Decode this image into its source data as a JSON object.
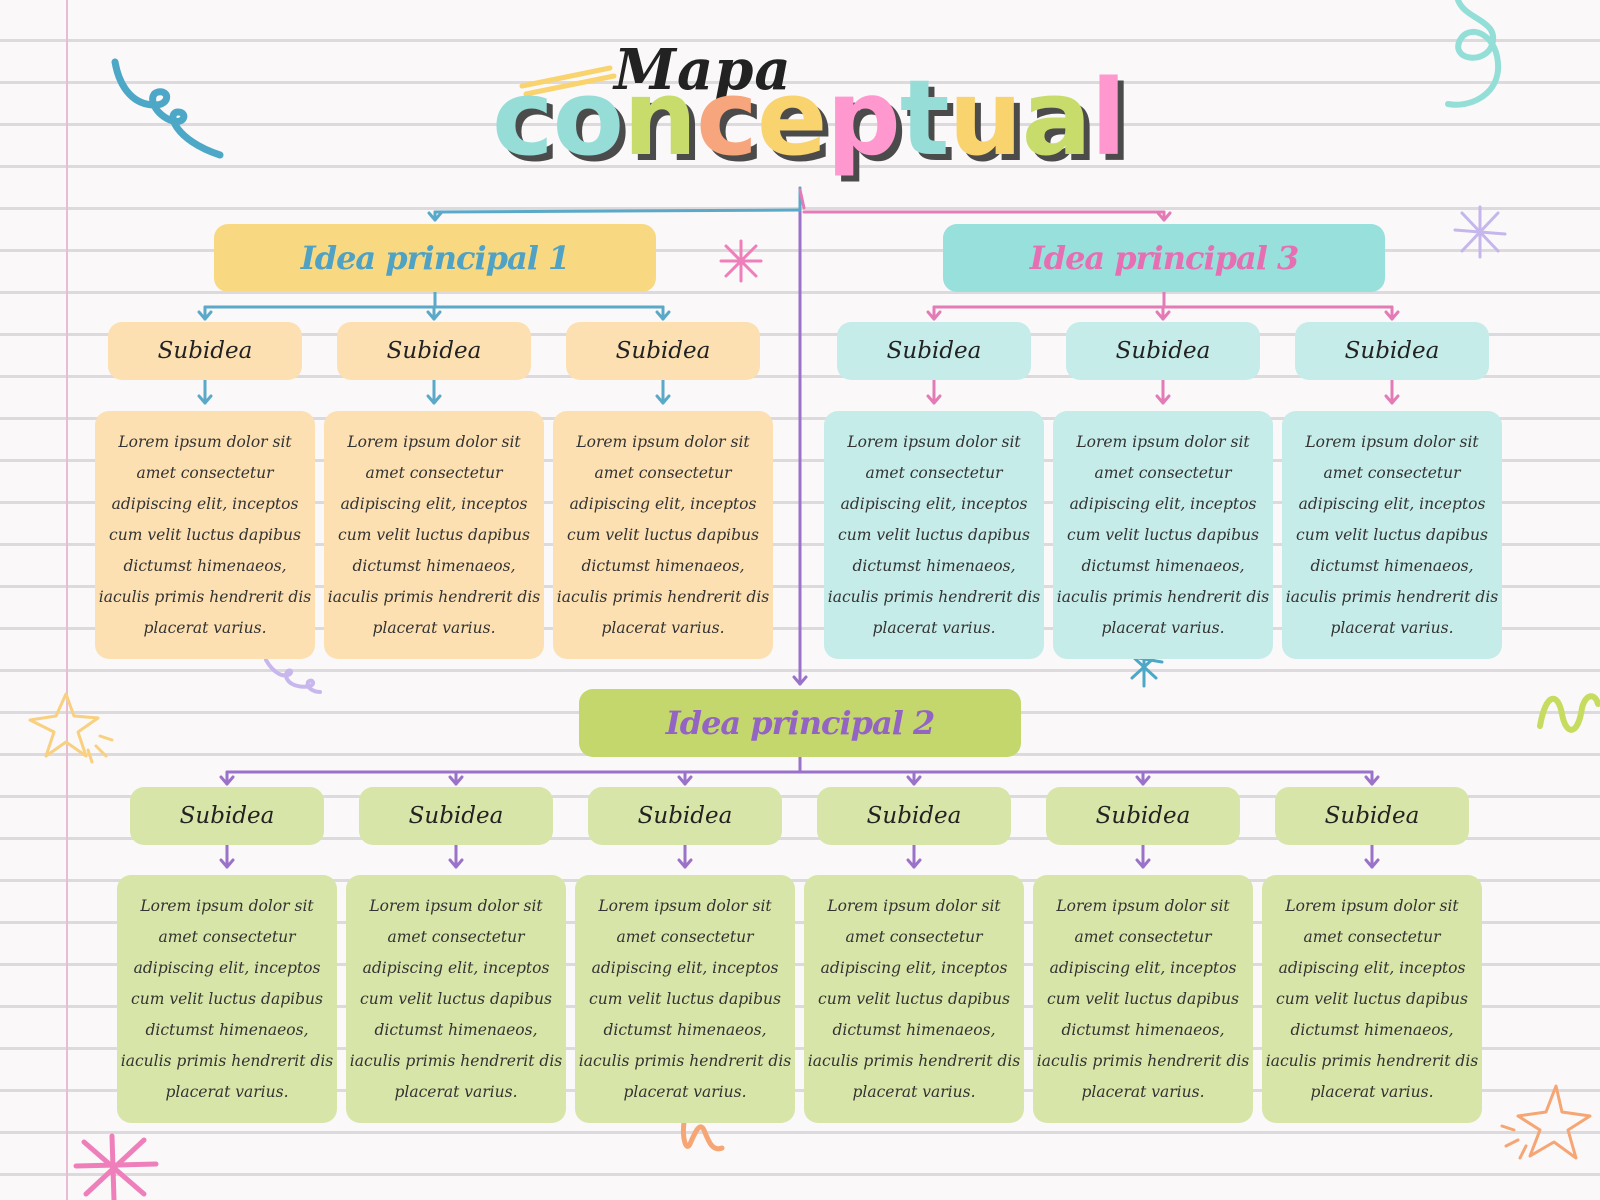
{
  "title": {
    "small": "Mapa",
    "big": "conceptual",
    "letter_colors": [
      "#96ddd7",
      "#96ddd7",
      "#c8dc6c",
      "#f7a57c",
      "#f9d36e",
      "#ff98ce",
      "#96ddd7",
      "#f9d36e",
      "#c8dc6c",
      "#ff98ce"
    ]
  },
  "colors": {
    "blue_line": "#5aa9c9",
    "pink_line": "#e37bb6",
    "purple_line": "#9b72c9",
    "yellow_main": "#f8d982",
    "yellow_sub": "#fce0b2",
    "teal_main": "#98e0dc",
    "teal_sub": "#c5ece9",
    "green_main": "#c3d76c",
    "green_sub": "#d8e5a8"
  },
  "sections": {
    "idea1": {
      "label": "Idea principal 1",
      "subideas": [
        {
          "label": "Subidea",
          "text": "Lorem ipsum dolor sit amet consectetur adipiscing elit, inceptos cum velit luctus dapibus dictumst himenaeos, iaculis primis hendrerit dis placerat varius."
        },
        {
          "label": "Subidea",
          "text": "Lorem ipsum dolor sit amet consectetur adipiscing elit, inceptos cum velit luctus dapibus dictumst himenaeos, iaculis primis hendrerit dis placerat varius."
        },
        {
          "label": "Subidea",
          "text": "Lorem ipsum dolor sit amet consectetur adipiscing elit, inceptos cum velit luctus dapibus dictumst himenaeos, iaculis primis hendrerit dis placerat varius."
        }
      ]
    },
    "idea3": {
      "label": "Idea principal 3",
      "subideas": [
        {
          "label": "Subidea",
          "text": "Lorem ipsum dolor sit amet consectetur adipiscing elit, inceptos cum velit luctus dapibus dictumst himenaeos, iaculis primis hendrerit dis placerat varius."
        },
        {
          "label": "Subidea",
          "text": "Lorem ipsum dolor sit amet consectetur adipiscing elit, inceptos cum velit luctus dapibus dictumst himenaeos, iaculis primis hendrerit dis placerat varius."
        },
        {
          "label": "Subidea",
          "text": "Lorem ipsum dolor sit amet consectetur adipiscing elit, inceptos cum velit luctus dapibus dictumst himenaeos, iaculis primis hendrerit dis placerat varius."
        }
      ]
    },
    "idea2": {
      "label": "Idea principal 2",
      "subideas": [
        {
          "label": "Subidea",
          "text": "Lorem ipsum dolor sit amet consectetur adipiscing elit, inceptos cum velit luctus dapibus dictumst himenaeos, iaculis primis hendrerit dis placerat varius."
        },
        {
          "label": "Subidea",
          "text": "Lorem ipsum dolor sit amet consectetur adipiscing elit, inceptos cum velit luctus dapibus dictumst himenaeos, iaculis primis hendrerit dis placerat varius."
        },
        {
          "label": "Subidea",
          "text": "Lorem ipsum dolor sit amet consectetur adipiscing elit, inceptos cum velit luctus dapibus dictumst himenaeos, iaculis primis hendrerit dis placerat varius."
        },
        {
          "label": "Subidea",
          "text": "Lorem ipsum dolor sit amet consectetur adipiscing elit, inceptos cum velit luctus dapibus dictumst himenaeos, iaculis primis hendrerit dis placerat varius."
        },
        {
          "label": "Subidea",
          "text": "Lorem ipsum dolor sit amet consectetur adipiscing elit, inceptos cum velit luctus dapibus dictumst himenaeos, iaculis primis hendrerit dis placerat varius."
        },
        {
          "label": "Subidea",
          "text": "Lorem ipsum dolor sit amet consectetur adipiscing elit, inceptos cum velit luctus dapibus dictumst himenaeos, iaculis primis hendrerit dis placerat varius."
        }
      ]
    }
  }
}
